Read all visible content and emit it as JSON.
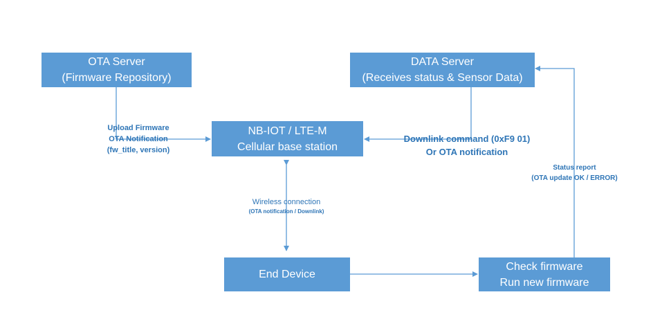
{
  "boxes": {
    "ota_server": {
      "line1": "OTA Server",
      "line2": "(Firmware Repository)"
    },
    "data_server": {
      "line1": "DATA Server",
      "line2": "(Receives status & Sensor Data)"
    },
    "base_station": {
      "line1": "NB-IOT / LTE-M",
      "line2": "Cellular base station"
    },
    "end_device": {
      "line1": "End Device"
    },
    "check_firmware": {
      "line1": "Check firmware",
      "line2": "Run new firmware"
    }
  },
  "labels": {
    "upload": {
      "line1": "Upload Firmware",
      "line2": "OTA Notification",
      "line3": "(fw_title, version)"
    },
    "downlink": {
      "line1": "Downlink command (0xF9 01)",
      "line2": "Or OTA notification"
    },
    "wireless": {
      "line1": "Wireless connection",
      "line2": "(OTA notification / Downlink)"
    },
    "status": {
      "line1": "Status report",
      "line2": "(OTA update OK / ERROR)"
    }
  },
  "colors": {
    "box_fill": "#5b9bd5",
    "arrow": "#5b9bd5",
    "label_text": "#2e75b6"
  }
}
